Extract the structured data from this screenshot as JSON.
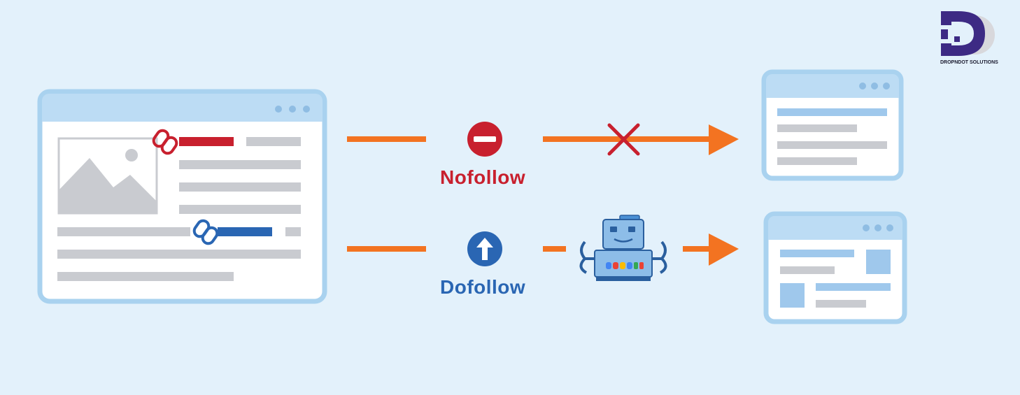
{
  "labels": {
    "nofollow": "Nofollow",
    "dofollow": "Dofollow"
  },
  "logo": {
    "text": "DROPNDOT SOLUTIONS"
  },
  "colors": {
    "background": "#e3f1fb",
    "window_frame": "#a9d2ef",
    "window_header": "#bcdcf4",
    "orange_arrow": "#f37321",
    "nofollow_red": "#c8202e",
    "dofollow_blue": "#2a66b3",
    "text_gray": "#c9cbd0",
    "logo_purple": "#3d2a84"
  },
  "icons": {
    "nofollow_sign": "no-entry-icon",
    "dofollow_sign": "up-arrow-icon",
    "blocked": "x-mark-icon",
    "crawler": "robot-icon"
  }
}
